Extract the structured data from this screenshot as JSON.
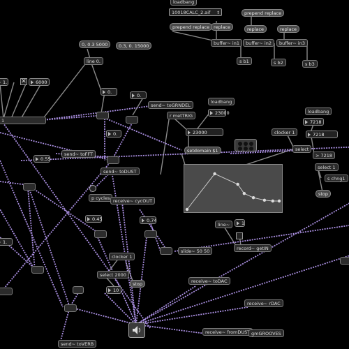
{
  "objects": [
    {
      "id": "loadbang_top",
      "type": "obj",
      "text": "loadbang"
    },
    {
      "id": "menu_file",
      "type": "menu",
      "text": "10018CALC_2.aif"
    },
    {
      "id": "prepend_replace_a",
      "type": "msg",
      "text": "prepend replace"
    },
    {
      "id": "replace_a",
      "type": "msg",
      "text": "replace"
    },
    {
      "id": "prepend_replace_b",
      "type": "msg",
      "text": "prepend replace"
    },
    {
      "id": "replace_b",
      "type": "msg",
      "text": "replace"
    },
    {
      "id": "replace_c",
      "type": "msg",
      "text": "replace"
    },
    {
      "id": "buffer_in1",
      "type": "obj",
      "text": "buffer~ in1"
    },
    {
      "id": "buffer_in2",
      "type": "obj",
      "text": "buffer~ in2"
    },
    {
      "id": "buffer_in3",
      "type": "obj",
      "text": "buffer~ in3"
    },
    {
      "id": "msg_03_5000",
      "type": "msg",
      "text": "0, 0.3 5000"
    },
    {
      "id": "msg_03_15000",
      "type": "msg",
      "text": "0.3, 0. 15000"
    },
    {
      "id": "line_0",
      "type": "obj",
      "text": "line 0."
    },
    {
      "id": "s_b1",
      "type": "obj",
      "text": "s b1"
    },
    {
      "id": "s_b2",
      "type": "obj",
      "text": "s b2"
    },
    {
      "id": "s_b3",
      "type": "obj",
      "text": "s b3"
    },
    {
      "id": "num_1_left",
      "type": "num",
      "text": "1."
    },
    {
      "id": "num_6000",
      "type": "num",
      "text": "6000"
    },
    {
      "id": "num_0_a",
      "type": "num",
      "text": "0."
    },
    {
      "id": "num_0_b",
      "type": "num",
      "text": "0."
    },
    {
      "id": "send_togrndel",
      "type": "obj",
      "text": "send~ toGRNDEL"
    },
    {
      "id": "loadbang_mid",
      "type": "obj",
      "text": "loadbang"
    },
    {
      "id": "num_23000_a",
      "type": "num",
      "text": "23000"
    },
    {
      "id": "r_metTRIG",
      "type": "obj",
      "text": "r metTRIG"
    },
    {
      "id": "num_23000_b",
      "type": "num",
      "text": "23000"
    },
    {
      "id": "clocker_1_right",
      "type": "obj",
      "text": "clocker 1"
    },
    {
      "id": "loadbang_right",
      "type": "obj",
      "text": "loadbang"
    },
    {
      "id": "num_7218_a",
      "type": "num",
      "text": "7218"
    },
    {
      "id": "num_7218_b",
      "type": "num",
      "text": "7218"
    },
    {
      "id": "obj_unpack_left",
      "type": "obj",
      "text": "1"
    },
    {
      "id": "send_tofft",
      "type": "obj",
      "text": "send~ toFFT"
    },
    {
      "id": "num_0_c",
      "type": "num",
      "text": "0."
    },
    {
      "id": "send_todust",
      "type": "obj",
      "text": "send~ toDUST"
    },
    {
      "id": "setdomain",
      "type": "msg",
      "text": "setdomain $1"
    },
    {
      "id": "gt_7218",
      "type": "obj",
      "text": "> 7218"
    },
    {
      "id": "select_a",
      "type": "obj",
      "text": "select"
    },
    {
      "id": "select_1",
      "type": "obj",
      "text": "select 1"
    },
    {
      "id": "num_055",
      "type": "num",
      "text": "0.55"
    },
    {
      "id": "s_chng1",
      "type": "obj",
      "text": "s chng1"
    },
    {
      "id": "stop_a",
      "type": "msg",
      "text": "stop"
    },
    {
      "id": "p_cycles",
      "type": "obj",
      "text": "p cycles"
    },
    {
      "id": "receive_cycout",
      "type": "obj",
      "text": "receive~ cycOUT"
    },
    {
      "id": "num_045",
      "type": "num",
      "text": "0.45"
    },
    {
      "id": "num_074",
      "type": "num",
      "text": "0.74"
    },
    {
      "id": "line_tilde",
      "type": "obj",
      "text": "line~"
    },
    {
      "id": "num_1_right",
      "type": "num",
      "text": "1"
    },
    {
      "id": "num_1_bottom",
      "type": "num",
      "text": "1."
    },
    {
      "id": "slide_tilde",
      "type": "obj",
      "text": "slide~ 50 50"
    },
    {
      "id": "record_getin",
      "type": "obj",
      "text": "record~ getIN"
    },
    {
      "id": "clocker_1_bottom",
      "type": "obj",
      "text": "clocker 1"
    },
    {
      "id": "select_2000",
      "type": "obj",
      "text": "select 2000"
    },
    {
      "id": "stop_b",
      "type": "msg",
      "text": "stop"
    },
    {
      "id": "num_10",
      "type": "num",
      "text": "10"
    },
    {
      "id": "receive_todac",
      "type": "obj",
      "text": "receive~ toDAC"
    },
    {
      "id": "receive_rdac",
      "type": "obj",
      "text": "receive~ rDAC"
    },
    {
      "id": "receive_fromdust",
      "type": "obj",
      "text": "receive~ fromDUST"
    },
    {
      "id": "gmgrooves",
      "type": "obj",
      "text": "gmGROOVES"
    },
    {
      "id": "send_toverb",
      "type": "obj",
      "text": "send~ toVERB"
    }
  ],
  "function_graph_points": [
    [
      0,
      1.0
    ],
    [
      0.3,
      0.15
    ],
    [
      0.55,
      0.4
    ],
    [
      0.62,
      0.62
    ],
    [
      0.72,
      0.72
    ],
    [
      0.84,
      0.78
    ],
    [
      0.93,
      0.8
    ],
    [
      1.0,
      0.8
    ]
  ],
  "colors": {
    "signal_patchcord": "#a98ee0",
    "control_patchcord": "#8a8a8a",
    "background": "#000000",
    "box_border": "#7a7a7a"
  },
  "icons": [
    "toggle-x-icon",
    "button-bang-icon",
    "speaker-icon",
    "matrix-icon"
  ]
}
